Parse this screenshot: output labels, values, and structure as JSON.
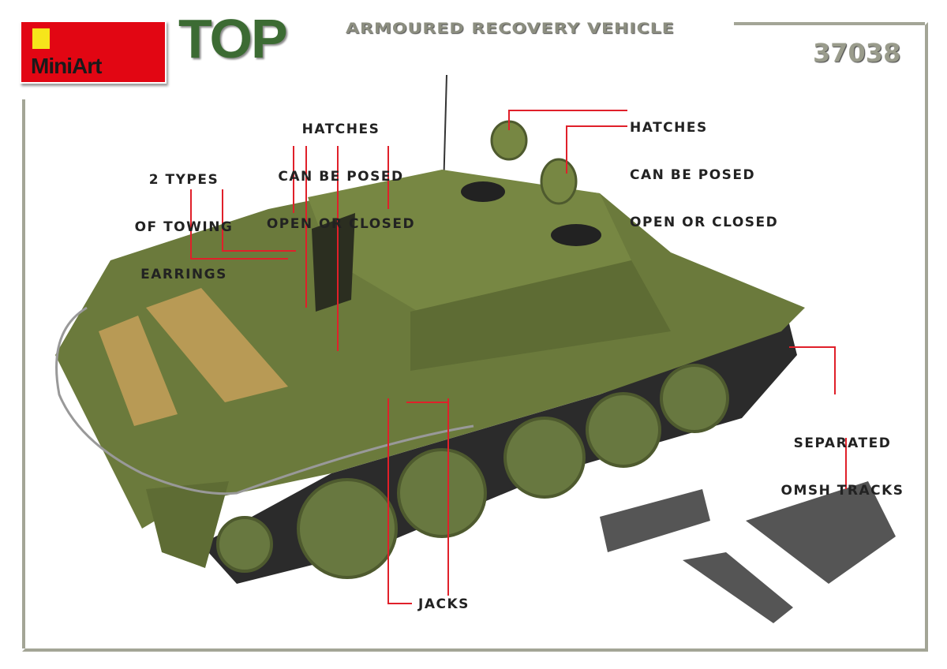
{
  "brand": {
    "logo_text": "MiniArt"
  },
  "header": {
    "title": "TOP",
    "subtitle": "ARMOURED RECOVERY VEHICLE",
    "kit_number": "37038"
  },
  "callouts": {
    "towing": [
      "2 TYPES",
      "OF TOWING",
      "EARRINGS"
    ],
    "hatches_left": [
      "HATCHES",
      "CAN BE POSED",
      "OPEN OR CLOSED"
    ],
    "hatches_right": [
      "HATCHES",
      "CAN BE POSED",
      "OPEN OR CLOSED"
    ],
    "tracks": [
      "SEPARATED",
      "OMSH TRACKS"
    ],
    "jacks": "JACKS"
  },
  "colors": {
    "accent_red": "#e0202a",
    "vehicle_green": "#6b7a3c",
    "frame_gray": "#a3a596",
    "title_green": "#3c6b33"
  }
}
